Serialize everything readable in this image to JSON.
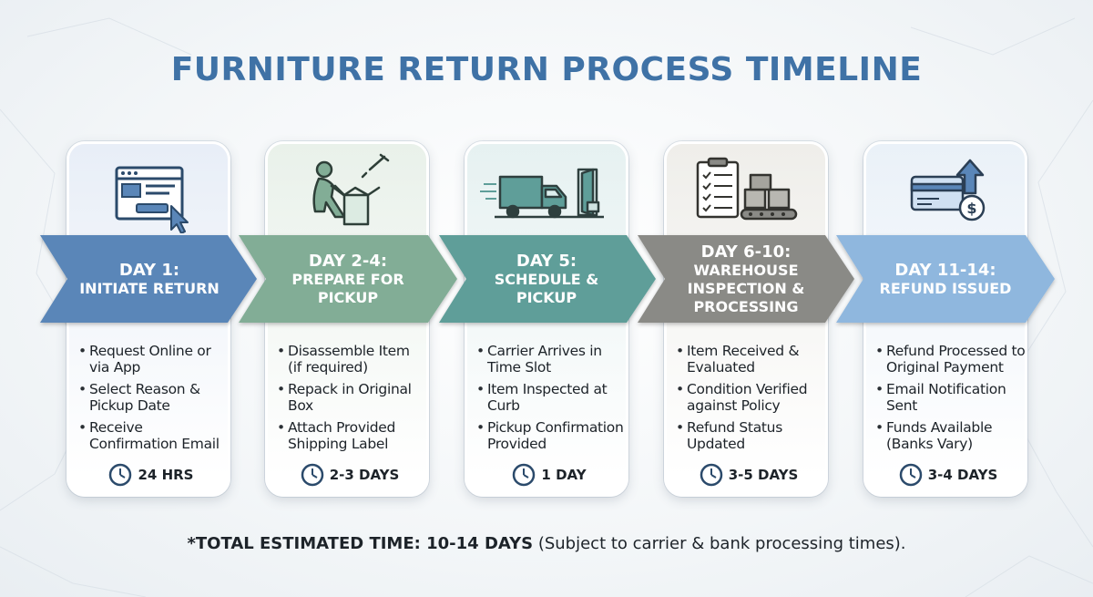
{
  "title": "FURNITURE RETURN PROCESS TIMELINE",
  "colors": {
    "title": "#3f72a6",
    "arrow1": "#5a86b8",
    "arrow2": "#82ad96",
    "arrow3": "#5f9e99",
    "arrow4": "#8a8a86",
    "arrow5": "#8fb7de",
    "card1": "#e8eef7",
    "card2": "#e9f1ea",
    "card3": "#e6f1f1",
    "card4": "#efeeea",
    "card5": "#eaf1f8"
  },
  "stages": [
    {
      "icon": "web-form-cursor-icon",
      "day": "DAY 1:",
      "name_lines": [
        "INITIATE RETURN"
      ],
      "bullets": [
        "Request Online or via App",
        "Select Reason & Pickup Date",
        "Receive Confirmation Email"
      ],
      "duration": "24 HRS"
    },
    {
      "icon": "person-packing-box-icon",
      "day": "DAY 2-4:",
      "name_lines": [
        "PREPARE FOR",
        "PICKUP"
      ],
      "bullets": [
        "Disassemble Item (if required)",
        "Repack in Original Box",
        "Attach Provided Shipping Label"
      ],
      "duration": "2-3 DAYS"
    },
    {
      "icon": "delivery-truck-icon",
      "day": "DAY 5:",
      "name_lines": [
        "SCHEDULE &",
        "PICKUP"
      ],
      "bullets": [
        "Carrier Arrives in Time Slot",
        "Item Inspected at Curb",
        "Pickup Confirmation Provided"
      ],
      "duration": "1 DAY"
    },
    {
      "icon": "checklist-conveyor-icon",
      "day": "DAY 6-10:",
      "name_lines": [
        "WAREHOUSE",
        "INSPECTION &",
        "PROCESSING"
      ],
      "bullets": [
        "Item Received & Evaluated",
        "Condition Verified against Policy",
        "Refund Status Updated"
      ],
      "duration": "3-5 DAYS"
    },
    {
      "icon": "credit-card-refund-icon",
      "day": "DAY 11-14:",
      "name_lines": [
        "REFUND ISSUED"
      ],
      "bullets": [
        "Refund Processed to Original Payment",
        "Email Notification Sent",
        "Funds Available (Banks Vary)"
      ],
      "duration": "3-4 DAYS"
    }
  ],
  "footer": {
    "bold": "*TOTAL ESTIMATED TIME: 10-14 DAYS",
    "rest": " (Subject to carrier & bank processing times)."
  }
}
